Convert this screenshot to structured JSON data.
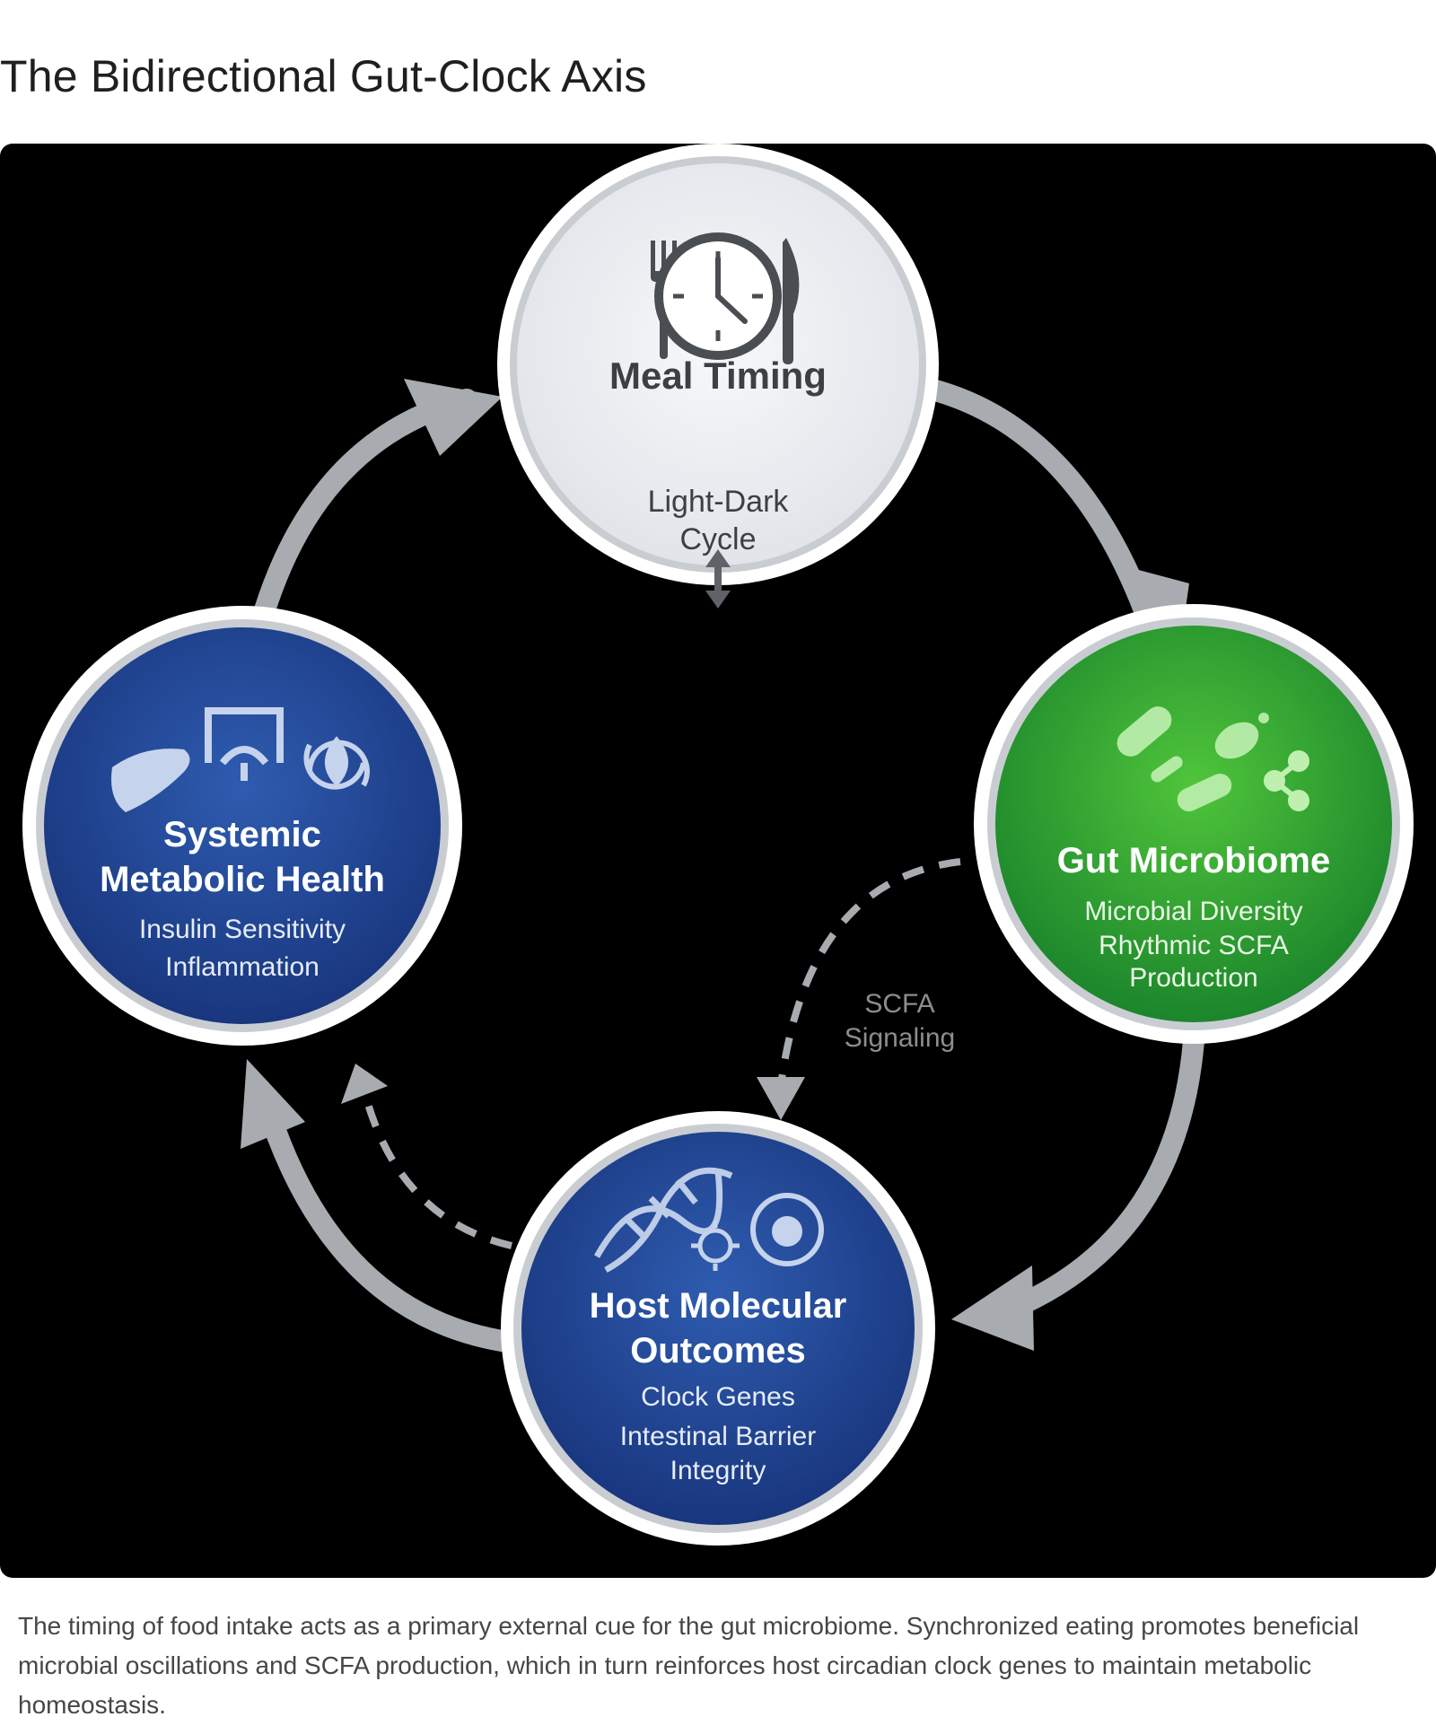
{
  "title": "The Bidirectional Gut-Clock Axis",
  "nodes": {
    "meal": {
      "title": "Meal Timing",
      "sub": "Light-Dark Cycle",
      "icons": [
        "fork-icon",
        "clock-icon",
        "knife-icon",
        "double-arrow-icon"
      ],
      "color": "#eef1f4"
    },
    "gut": {
      "title": "Gut Microbiome",
      "sub1": "Microbial Diversity",
      "sub2": "Rhythmic SCFA",
      "sub3": "Production",
      "icons": [
        "bacteria-icon",
        "microbe-icon",
        "molecule-icon"
      ],
      "color": "#2aa52e"
    },
    "host": {
      "title1": "Host Molecular",
      "title2": "Outcomes",
      "sub1": "Clock Genes",
      "sub2": "Intestinal Barrier",
      "sub3": "Integrity",
      "icons": [
        "dna-icon",
        "virus-icon",
        "cell-icon"
      ],
      "color": "#1e4597"
    },
    "systemic": {
      "title1": "Systemic",
      "title2": "Metabolic Health",
      "sub1": "Insulin Sensitivity",
      "sub2": "Inflammation",
      "icons": [
        "liver-icon",
        "intestine-icon",
        "metabolism-icon"
      ],
      "color": "#1e4597"
    }
  },
  "signal": {
    "line1": "SCFA",
    "line2": "Signaling"
  },
  "colors": {
    "arrow": "#a8acb0",
    "panel": "#000000"
  },
  "caption": "The timing of food intake acts as a primary external cue for the gut microbiome. Synchronized eating promotes beneficial microbial oscillations and SCFA production, which in turn reinforces host circadian clock genes to maintain metabolic homeostasis."
}
